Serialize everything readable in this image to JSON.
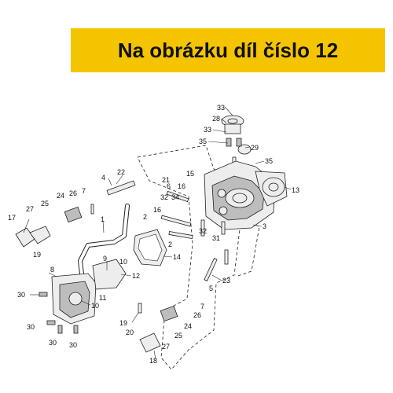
{
  "banner": {
    "text": "Na obrázku díl číslo 12",
    "color": "#f4c400"
  },
  "callouts": [
    {
      "label": "33"
    },
    {
      "label": "28"
    },
    {
      "label": "33"
    },
    {
      "label": "35"
    },
    {
      "label": "29"
    },
    {
      "label": "35"
    },
    {
      "label": "13"
    },
    {
      "label": "21"
    },
    {
      "label": "15"
    },
    {
      "label": "6"
    },
    {
      "label": "16"
    },
    {
      "label": "32"
    },
    {
      "label": "34"
    },
    {
      "label": "16"
    },
    {
      "label": "2"
    },
    {
      "label": "22"
    },
    {
      "label": "4"
    },
    {
      "label": "24"
    },
    {
      "label": "26"
    },
    {
      "label": "7"
    },
    {
      "label": "25"
    },
    {
      "label": "27"
    },
    {
      "label": "17"
    },
    {
      "label": "1"
    },
    {
      "label": "3"
    },
    {
      "label": "32"
    },
    {
      "label": "2"
    },
    {
      "label": "31"
    },
    {
      "label": "14"
    },
    {
      "label": "19"
    },
    {
      "label": "9"
    },
    {
      "label": "10"
    },
    {
      "label": "12"
    },
    {
      "label": "8"
    },
    {
      "label": "11"
    },
    {
      "label": "23"
    },
    {
      "label": "5"
    },
    {
      "label": "30"
    },
    {
      "label": "10"
    },
    {
      "label": "7"
    },
    {
      "label": "26"
    },
    {
      "label": "24"
    },
    {
      "label": "25"
    },
    {
      "label": "27"
    },
    {
      "label": "19"
    },
    {
      "label": "20"
    },
    {
      "label": "30"
    },
    {
      "label": "30"
    },
    {
      "label": "30"
    },
    {
      "label": "18"
    }
  ]
}
